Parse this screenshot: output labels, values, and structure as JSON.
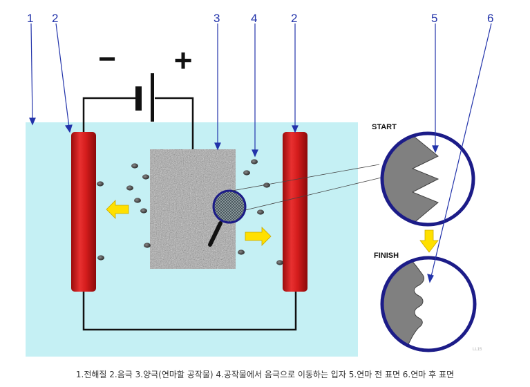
{
  "labels": {
    "n1": "1",
    "n2a": "2",
    "n3": "3",
    "n4": "4",
    "n2b": "2",
    "n5": "5",
    "n6": "6",
    "minus": "−",
    "plus": "+",
    "start": "START",
    "finish": "FINISH",
    "watermark": "LL15"
  },
  "caption": "1.전해질  2.음극  3.양극(연마할 공작물)  4.공작물에서 음극으로 이동하는 입자  5.연마 전 표면  6.연마 후 표면",
  "colors": {
    "electrolyte": "#c5f0f4",
    "electrode": "#d41c1c",
    "arrow": "#ffe000",
    "leader": "#2233aa",
    "circle_border": "#1c1c88",
    "surface": "#808080"
  },
  "icons": [
    "magnifier-icon",
    "battery-icon"
  ]
}
